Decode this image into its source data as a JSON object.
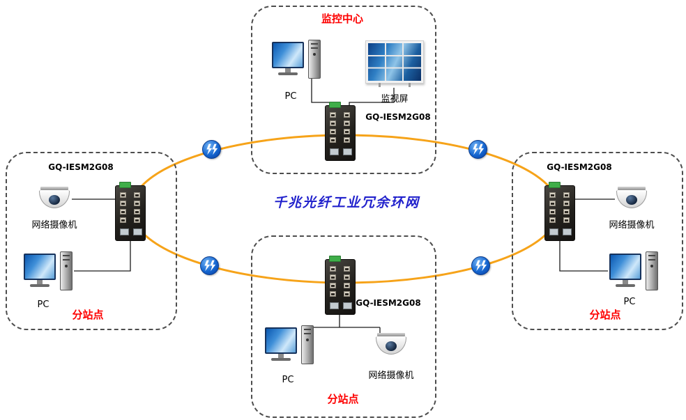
{
  "title": {
    "text": "千兆光纤工业冗余环网"
  },
  "zones": {
    "monitoring_center": {
      "title": "监控中心",
      "pc": "PC",
      "monitor_wall": "监视屏",
      "switch": "GQ-IESM2G08"
    },
    "left_substation": {
      "title": "分站点",
      "switch": "GQ-IESM2G08",
      "camera": "网络摄像机",
      "pc": "PC"
    },
    "right_substation": {
      "title": "分站点",
      "switch": "GQ-IESM2G08",
      "camera": "网络摄像机",
      "pc": "PC"
    },
    "bottom_substation": {
      "title": "分站点",
      "switch": "GQ-IESM2G08",
      "camera": "网络摄像机",
      "pc": "PC"
    }
  },
  "icons": {
    "fiber_link": "fiber-optic-link-icon",
    "switch": "industrial-switch-icon",
    "pc": "desktop-pc-icon",
    "camera": "dome-camera-icon",
    "monitor_wall": "video-wall-icon"
  },
  "colors": {
    "ring": "#F6A319",
    "zone_title_red": "#FE0000",
    "center_title_blue": "#2121CC",
    "link_icon_blue": "#1566D0"
  }
}
